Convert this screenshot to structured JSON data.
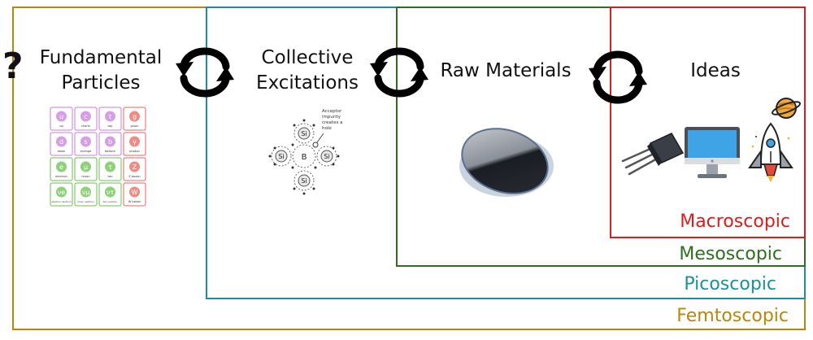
{
  "colors": {
    "femto": "#b8860b",
    "pico": "#1a8f9f",
    "meso": "#2e6e1e",
    "macro": "#e01b1b",
    "arrow": "#000000",
    "quark": "#c77ddc",
    "lepton": "#67c24b",
    "boson": "#e8645c"
  },
  "scales": {
    "femto": "Femtoscopic",
    "pico": "Picoscopic",
    "meso": "Mesoscopic",
    "macro": "Macroscopic"
  },
  "stages": {
    "question_mark": "?",
    "fundamental_line1": "Fundamental",
    "fundamental_line2": "Particles",
    "collective_line1": "Collective",
    "collective_line2": "Excitations",
    "raw": "Raw Materials",
    "ideas": "Ideas"
  },
  "particle_table": {
    "cells": [
      {
        "sym": "u",
        "name": "up",
        "family": "quark"
      },
      {
        "sym": "c",
        "name": "charm",
        "family": "quark"
      },
      {
        "sym": "t",
        "name": "top",
        "family": "quark"
      },
      {
        "sym": "g",
        "name": "gluon",
        "family": "boson"
      },
      {
        "sym": "d",
        "name": "down",
        "family": "quark"
      },
      {
        "sym": "s",
        "name": "strange",
        "family": "quark"
      },
      {
        "sym": "b",
        "name": "bottom",
        "family": "quark"
      },
      {
        "sym": "γ",
        "name": "photon",
        "family": "boson"
      },
      {
        "sym": "e",
        "name": "electron",
        "family": "lepton"
      },
      {
        "sym": "μ",
        "name": "muon",
        "family": "lepton"
      },
      {
        "sym": "τ",
        "name": "tau",
        "family": "lepton"
      },
      {
        "sym": "Z",
        "name": "Z boson",
        "family": "boson"
      },
      {
        "sym": "νe",
        "name": "electron neutrino",
        "family": "lepton"
      },
      {
        "sym": "νμ",
        "name": "muon neutrino",
        "family": "lepton"
      },
      {
        "sym": "ντ",
        "name": "tau neutrino",
        "family": "lepton"
      },
      {
        "sym": "W",
        "name": "W boson",
        "family": "boson"
      }
    ]
  },
  "lattice": {
    "center": "B",
    "neighbor": "Si",
    "note": "Acceptor impurity creates a hole"
  },
  "icons": {
    "particle_table": "standard-model-table-icon",
    "lattice": "boron-doped-silicon-lattice-icon",
    "wafer": "silicon-wafer-icon",
    "transistor": "transistor-icon",
    "computer": "desktop-computer-icon",
    "rocket": "space-shuttle-icon",
    "planet": "planet-icon",
    "cycle": "cycle-arrows-icon"
  }
}
